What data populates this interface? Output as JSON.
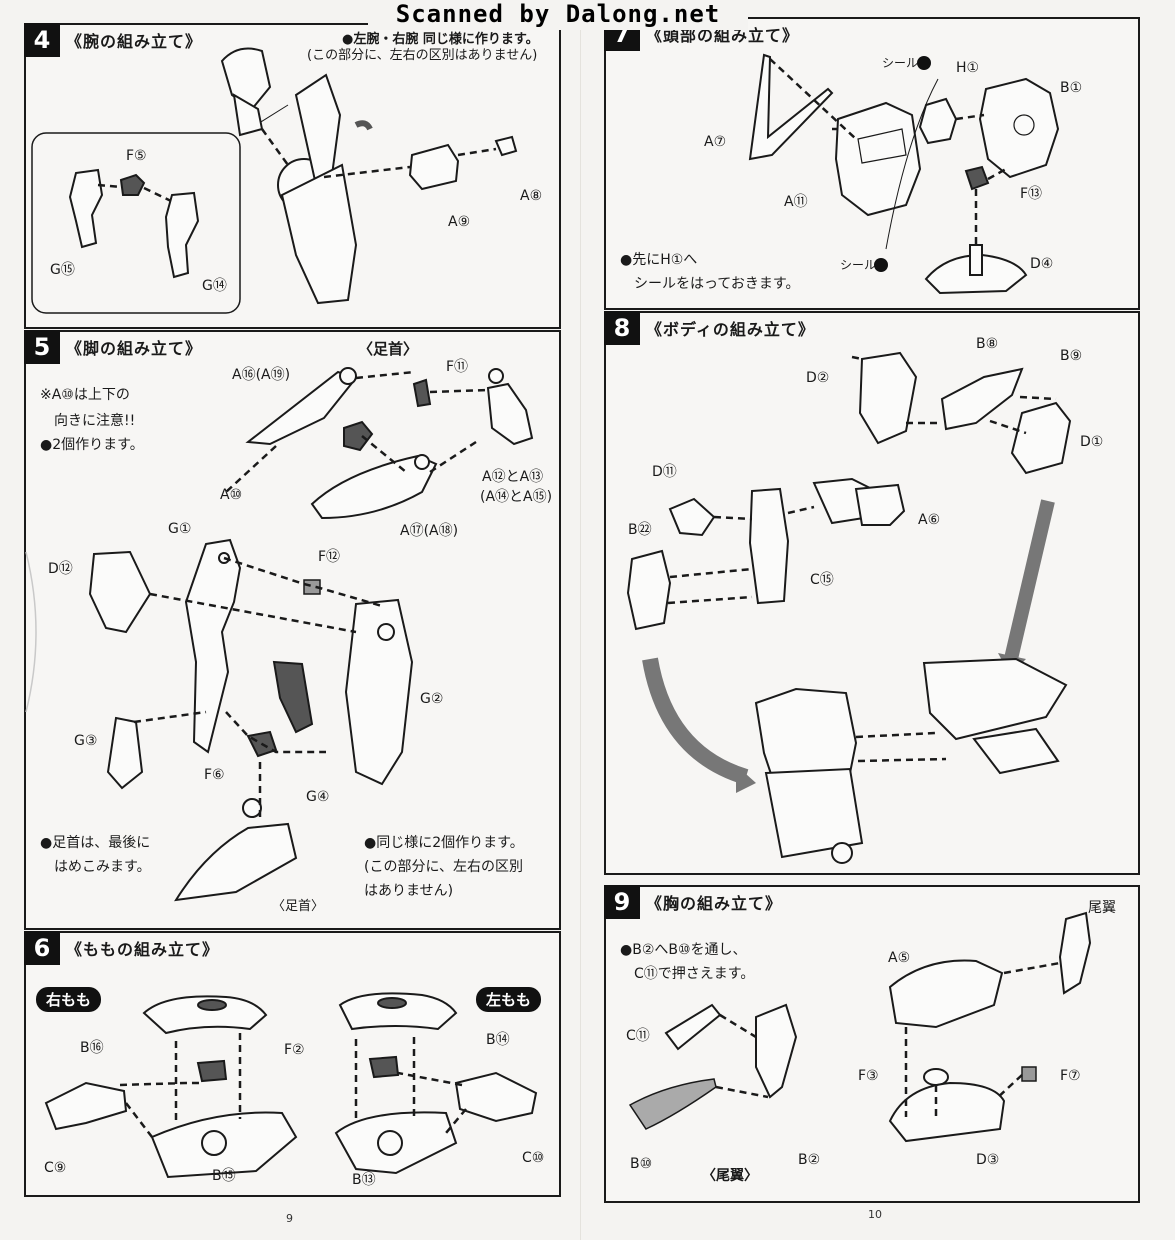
{
  "watermark": "Scanned by Dalong.net",
  "left_page": "9",
  "right_page": "10",
  "steps": {
    "s4": {
      "num": "4",
      "title": "《腕の組み立て》",
      "note1": "●左腕・右腕 同じ様に作ります。",
      "note2": "(この部分に、左右の区別はありません)",
      "labels": {
        "f5": "F⑤",
        "g15": "G⑮",
        "g14": "G⑭",
        "a9": "A⑨",
        "a8": "A⑧"
      }
    },
    "s5": {
      "num": "5",
      "title": "《脚の組み立て》",
      "ankle_header": "〈足首〉",
      "note_a10_1": "※A⑩は上下の",
      "note_a10_2": "向きに注意!!",
      "note_two": "●2個作ります。",
      "labels": {
        "a16": "A⑯(A⑲)",
        "f11": "F⑪",
        "a10": "A⑩",
        "a12a13": "A⑫とA⑬",
        "a14a15": "(A⑭とA⑮)",
        "a17": "A⑰(A⑱)",
        "g1": "G①",
        "f12": "F⑫",
        "d12": "D⑫",
        "g2": "G②",
        "g3": "G③",
        "f6": "F⑥",
        "g4": "G④",
        "ankle": "〈足首〉"
      },
      "note_last1": "●足首は、最後に",
      "note_last2": "はめこみます。",
      "note_same1": "●同じ様に2個作ります。",
      "note_same2": "(この部分に、左右の区別",
      "note_same3": "はありません)"
    },
    "s6": {
      "num": "6",
      "title": "《ももの組み立て》",
      "right_thigh": "右もも",
      "left_thigh": "左もも",
      "labels": {
        "b16": "B⑯",
        "f2": "F②",
        "b14": "B⑭",
        "c9": "C⑨",
        "b15": "B⑮",
        "b13": "B⑬",
        "c10": "C⑩"
      }
    },
    "s7": {
      "num": "7",
      "title": "《頭部の組み立て》",
      "labels": {
        "seal_i": "シール",
        "h1": "H①",
        "b1": "B①",
        "a7": "A⑦",
        "a11": "A⑪",
        "f13": "F⑬",
        "seal_a": "シール",
        "d4": "D④"
      },
      "note1": "●先にH①へ",
      "note2": "シールをはっておきます。"
    },
    "s8": {
      "num": "8",
      "title": "《ボディの組み立て》",
      "labels": {
        "d2": "D②",
        "b8": "B⑧",
        "b9": "B⑨",
        "d1": "D①",
        "d11": "D⑪",
        "a6": "A⑥",
        "b22": "B㉒",
        "c15": "C⑮"
      }
    },
    "s9": {
      "num": "9",
      "title": "《胸の組み立て》",
      "note1": "●B②へB⑩を通し、",
      "note2": "C⑪で押さえます。",
      "labels": {
        "tail": "尾翼",
        "a5": "A⑤",
        "c11": "C⑪",
        "f3": "F③",
        "f7": "F⑦",
        "b10": "B⑩",
        "tail_wing": "〈尾翼〉",
        "b2": "B②",
        "d3": "D③"
      }
    }
  }
}
